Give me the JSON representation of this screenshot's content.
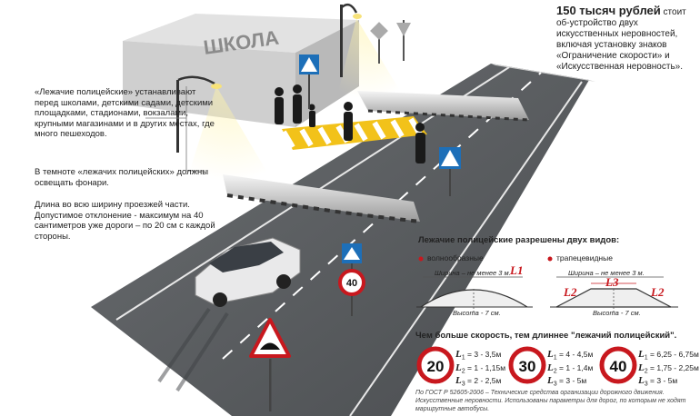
{
  "building_label": "ШКОЛА",
  "cost": {
    "amount": "150 тысяч рублей",
    "text": "стоит об-устройство двух искусственных неровностей, включая установку знаков «Ограничение скорости» и «Искусственная неровность»."
  },
  "notes": {
    "where": "«Лежачие полицейские» устанавливают перед школами, детскими садами, детскими площадками, стадионами, вокзалами, крупными магазинами и в других местах, где много пешеходов.",
    "lights": "В темноте «лежачих полицейских» должны освещать фонари.",
    "width": "Длина во всю ширину проезжей части. Допустимое отклонение - максимум на 40 сантиметров уже дороги – по 20 см с каждой стороны."
  },
  "types": {
    "heading": "Лежачие полицейские разрешены двух видов:",
    "wave": {
      "name": "волнообразные",
      "width_label": "Ширина – не менее 3 м.",
      "height_label": "Высота - 7 см."
    },
    "trapezoid": {
      "name": "трапецевидные",
      "width_label": "Ширина – не менее 3 м.",
      "height_label": "Высота - 7 см."
    },
    "l1": "L1",
    "l2": "L2",
    "l3": "L3"
  },
  "speed": {
    "heading": "Чем больше скорость, тем длиннее \"лежачий полицейский\".",
    "items": [
      {
        "sign": "20",
        "l1": "= 3 - 3,5м",
        "l2": "= 1 - 1,15м",
        "l3": "= 2 - 2,5м"
      },
      {
        "sign": "30",
        "l1": "= 4 - 4,5м",
        "l2": "= 1 - 1,4м",
        "l3": "= 3 - 5м"
      },
      {
        "sign": "40",
        "l1": "= 6,25 - 6,75м",
        "l2": "= 1,75 - 2,25м",
        "l3": "= 3 - 5м"
      }
    ]
  },
  "road_sign_limit": "40",
  "footnote": "По ГОСТ Р 52605-2006 – Технические средства организации дорожного движения. Искусственные неровности. Использованы параметры для дорог, по которым не ходят маршрутные автобусы.",
  "colors": {
    "asphalt": "#54575a",
    "sign_red": "#c8181e",
    "sign_blue": "#1d6fb8",
    "crossing_yellow": "#f2c21a",
    "lamp_light": "#f7e27a"
  }
}
